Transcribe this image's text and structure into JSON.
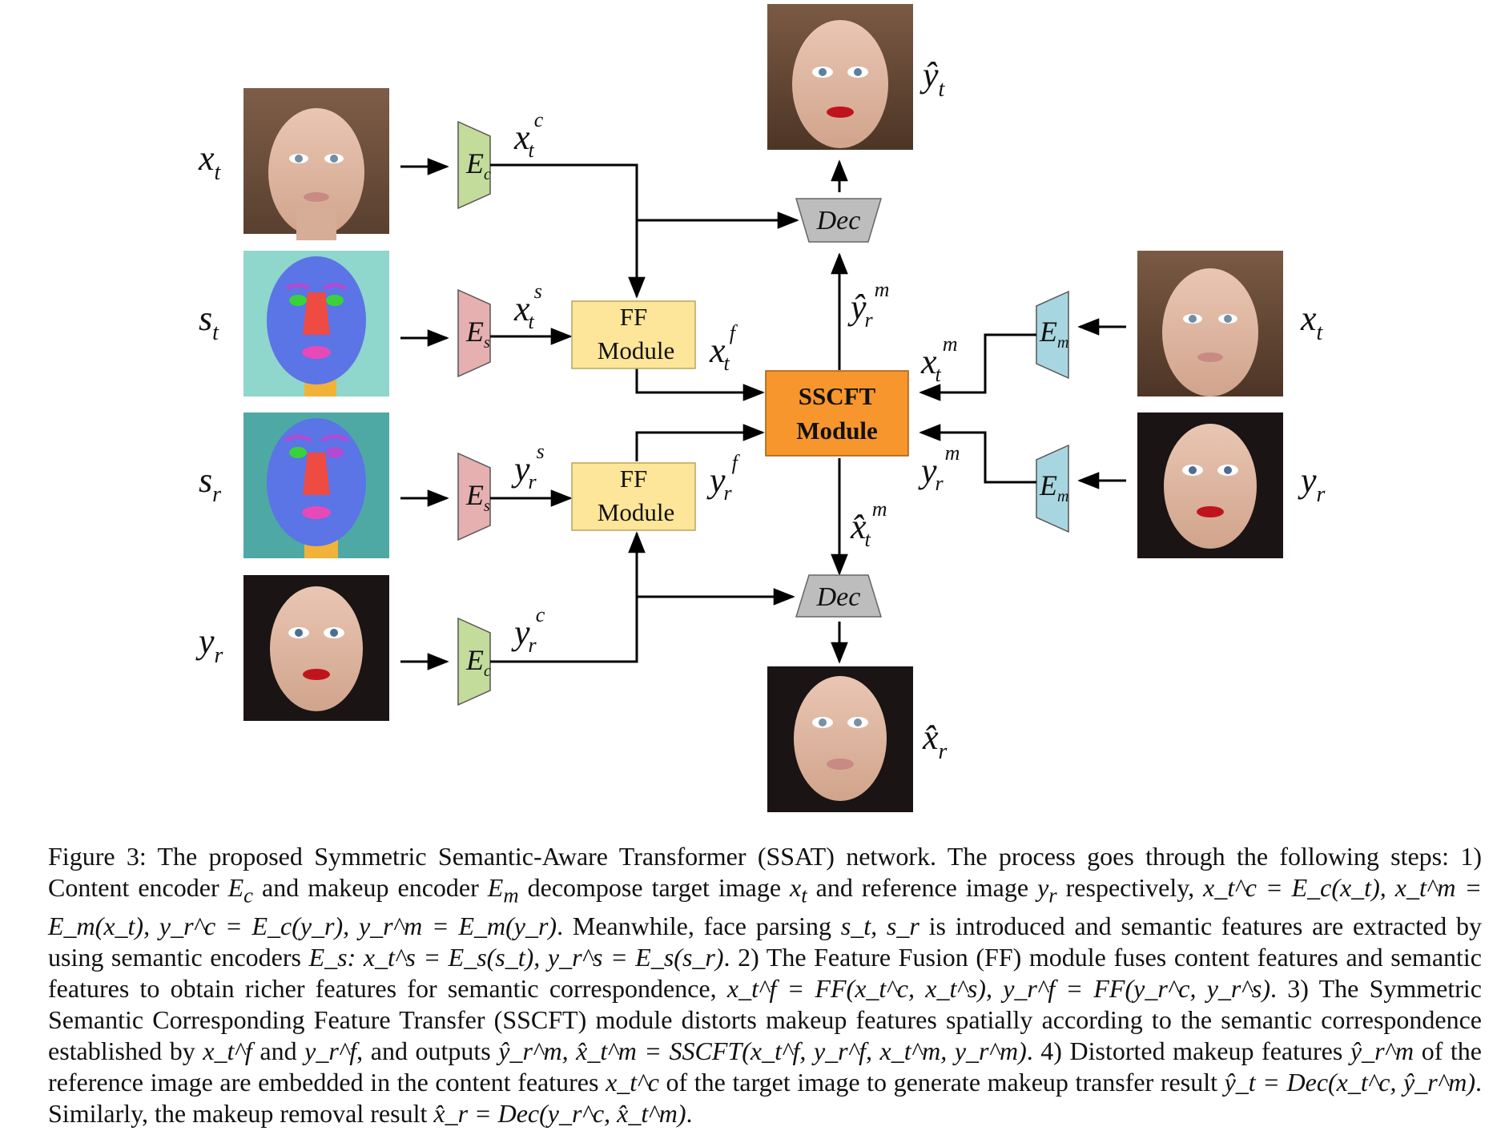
{
  "figure": {
    "input_labels": {
      "x_t": {
        "base": "x",
        "sub": "t"
      },
      "s_t": {
        "base": "s",
        "sub": "t"
      },
      "s_r": {
        "base": "s",
        "sub": "r"
      },
      "y_r": {
        "base": "y",
        "sub": "r"
      },
      "x_t_right": {
        "base": "x",
        "sub": "t"
      },
      "y_r_right": {
        "base": "y",
        "sub": "r"
      }
    },
    "encoders": {
      "ec_top": {
        "base": "E",
        "sub": "c",
        "color": "#c3dc9b"
      },
      "es_top": {
        "base": "E",
        "sub": "s",
        "color": "#e6b0b0"
      },
      "es_bottom": {
        "base": "E",
        "sub": "s",
        "color": "#e6b0b0"
      },
      "ec_bottom": {
        "base": "E",
        "sub": "c",
        "color": "#c3dc9b"
      },
      "em_top": {
        "base": "E",
        "sub": "m",
        "color": "#a8d6e0"
      },
      "em_bottom": {
        "base": "E",
        "sub": "m",
        "color": "#a8d6e0"
      }
    },
    "features": {
      "xtc": {
        "base": "x",
        "sub": "t",
        "sup": "c"
      },
      "xts": {
        "base": "x",
        "sub": "t",
        "sup": "s"
      },
      "xtf": {
        "base": "x",
        "sub": "t",
        "sup": "f"
      },
      "yrs": {
        "base": "y",
        "sub": "r",
        "sup": "s"
      },
      "yrf": {
        "base": "y",
        "sub": "r",
        "sup": "f"
      },
      "yrc": {
        "base": "y",
        "sub": "r",
        "sup": "c"
      },
      "xtm": {
        "base": "x",
        "sub": "t",
        "sup": "m"
      },
      "yrm": {
        "base": "y",
        "sub": "r",
        "sup": "m"
      },
      "yhat_rm": {
        "base": "ŷ",
        "sub": "r",
        "sup": "m"
      },
      "xhat_tm": {
        "base": "x̂",
        "sub": "t",
        "sup": "m"
      }
    },
    "outputs": {
      "yhat_t": {
        "base": "ŷ",
        "sub": "t"
      },
      "xhat_r": {
        "base": "x̂",
        "sub": "r"
      }
    },
    "ff_module": {
      "line1": "FF",
      "line2": "Module",
      "color": "#fde59a"
    },
    "sscft_module": {
      "line1": "SSCFT",
      "line2": "Module",
      "color": "#f7962d"
    },
    "dec": {
      "label": "Dec",
      "color": "#bdbdbd"
    }
  },
  "caption": {
    "s1": "Figure 3: The proposed Symmetric Semantic-Aware Transformer (SSAT) network. The process goes through the following steps: 1) Content encoder ",
    "Ec": "E",
    "s2": " and makeup encoder ",
    "Em": "E",
    "s3": " decompose target image ",
    "xt": "x",
    "s4": " and reference image ",
    "yr": "y",
    "s5": " respectively, ",
    "eq1": "x_t^c = E_c(x_t), x_t^m = E_m(x_t), y_r^c = E_c(y_r), y_r^m = E_m(y_r)",
    "s6": ". Meanwhile, face parsing ",
    "parsing": "s_t, s_r",
    "s7": " is introduced and semantic features are extracted by using semantic encoders ",
    "eq2": "E_s: x_t^s = E_s(s_t), y_r^s = E_s(s_r)",
    "s8": ". 2) The Feature Fusion (FF) module fuses content features and semantic features to obtain richer features for semantic correspondence, ",
    "eq3": "x_t^f = FF(x_t^c, x_t^s), y_r^f = FF(y_r^c, y_r^s)",
    "s9": ". 3) The Symmetric Semantic Corresponding Feature Transfer (SSCFT) module distorts makeup features spatially according to the semantic correspondence established by ",
    "eq4": "x_t^f",
    "s10": " and ",
    "eq5": "y_r^f",
    "s11": ", and outputs ",
    "eq6": "ŷ_r^m, x̂_t^m = SSCFT(x_t^f, y_r^f, x_t^m, y_r^m)",
    "s12": ". 4) Distorted makeup features ",
    "eq7": "ŷ_r^m",
    "s13": " of the reference image are embedded in the content features ",
    "eq8": "x_t^c",
    "s14": " of the target image to generate makeup transfer result ",
    "eq9": "ŷ_t = Dec(x_t^c, ŷ_r^m)",
    "s15": ". Similarly, the makeup removal result ",
    "eq10": "x̂_r = Dec(y_r^c, x̂_t^m)",
    "s16": "."
  }
}
